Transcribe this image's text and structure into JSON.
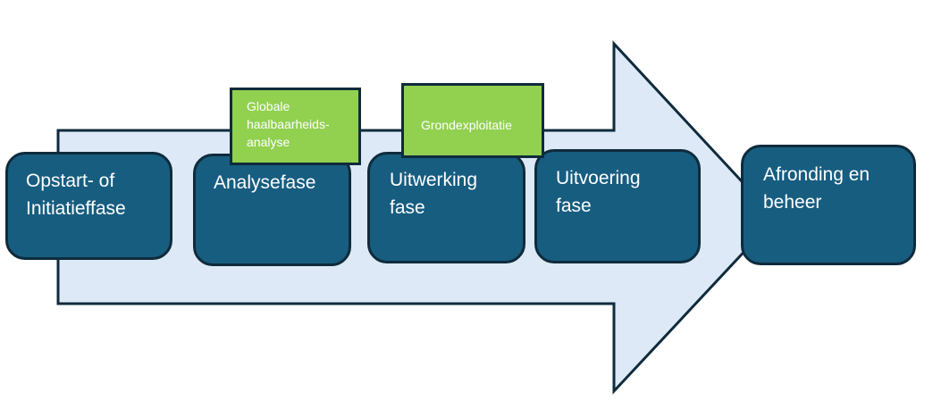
{
  "phases": [
    {
      "lines": [
        "Opstart- of",
        "Initiatieffase"
      ]
    },
    {
      "lines": [
        "Analysefase"
      ]
    },
    {
      "lines": [
        "Uitwerking",
        "fase"
      ]
    },
    {
      "lines": [
        "Uitvoering",
        "fase"
      ]
    },
    {
      "lines": [
        "Afronding en",
        "beheer"
      ]
    }
  ],
  "milestones": [
    {
      "lines": [
        "Globale",
        "haalbaarheids-",
        "analyse"
      ]
    },
    {
      "lines": [
        "Grondexploitatie"
      ]
    }
  ],
  "colors": {
    "arrow_fill": "#dde9f6",
    "outline": "#0f2b3c",
    "phase_fill": "#175d80",
    "milestone_fill": "#92d050",
    "text": "#ffffff"
  }
}
